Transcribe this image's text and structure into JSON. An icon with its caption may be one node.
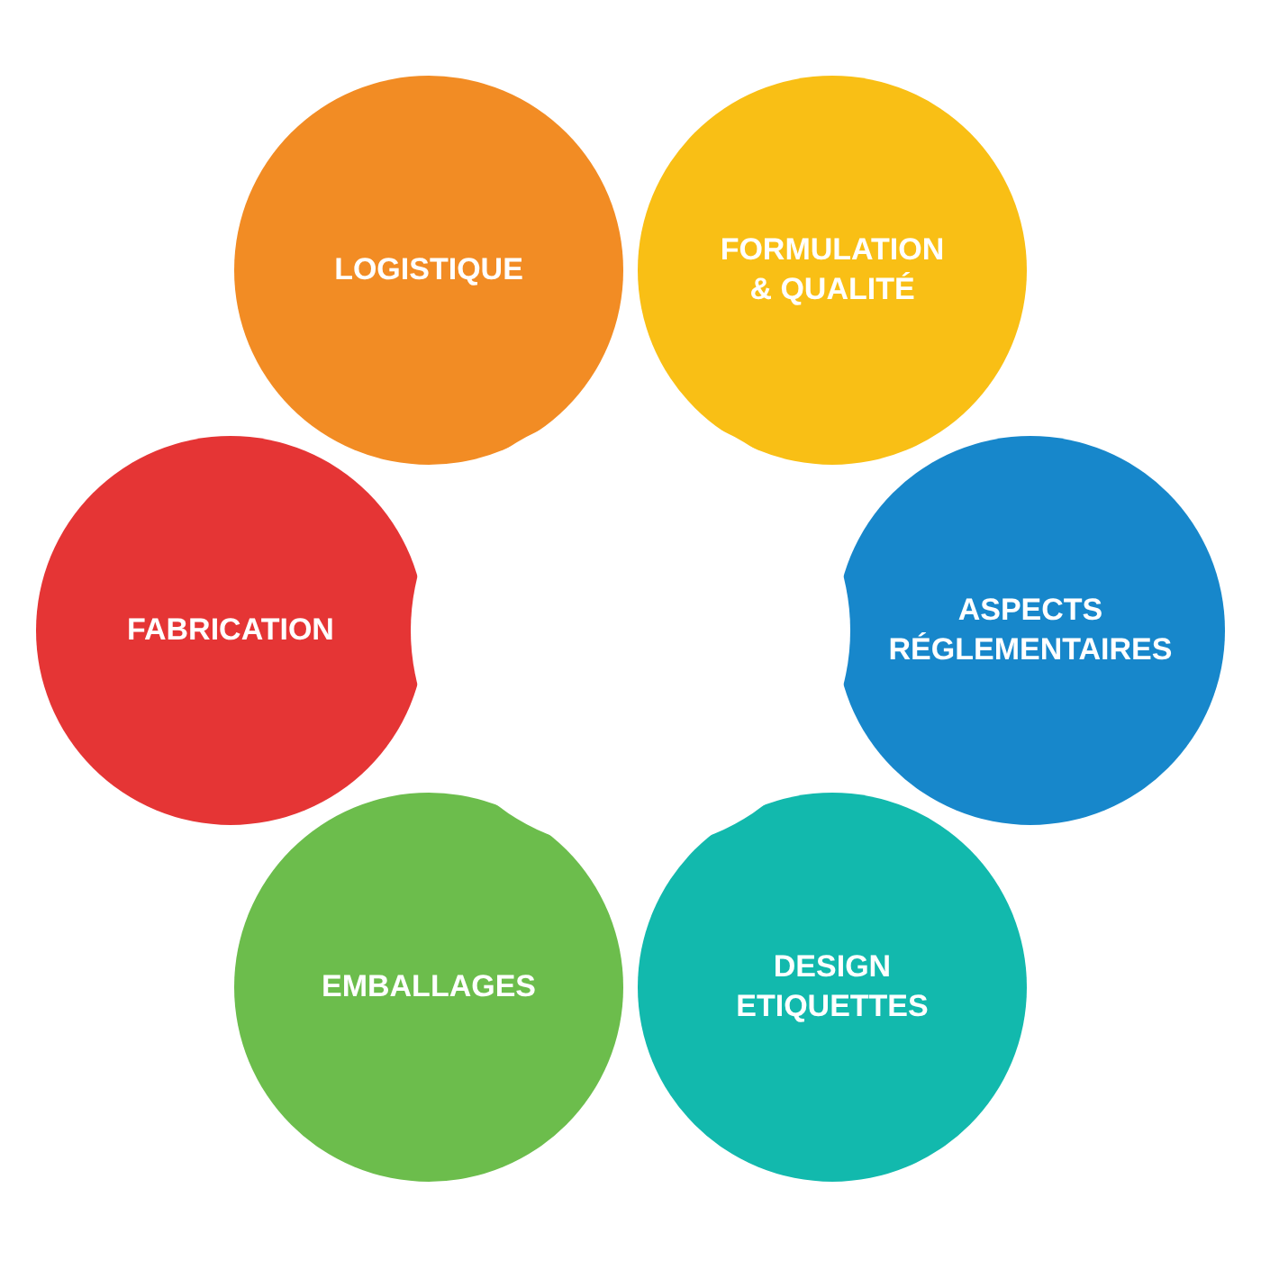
{
  "diagram": {
    "nodes": [
      {
        "text": [
          "LOGISTIQUE"
        ]
      },
      {
        "text": [
          "FORMULATION & QUALITÉ"
        ]
      },
      {
        "text": [
          "FABRICATION"
        ]
      },
      {
        "text": [
          "ASPECTS RÉGLEMENTAIRES"
        ]
      },
      {
        "text": [
          "EMBALLAGES"
        ]
      },
      {
        "text": [
          "DESIGN ETIQUETTES"
        ]
      }
    ]
  }
}
